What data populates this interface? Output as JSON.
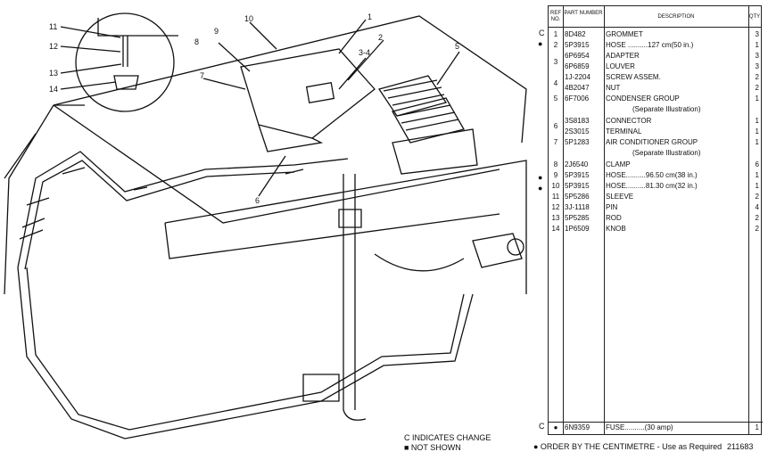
{
  "callouts": [
    "1",
    "2",
    "3-4",
    "5",
    "6",
    "7",
    "8",
    "9",
    "10",
    "11",
    "12",
    "13",
    "14"
  ],
  "table": {
    "headers": {
      "ref": "REF NO.",
      "part": "PART NUMBER",
      "desc": "DESCRIPTION",
      "qty": "QTY"
    },
    "rows": [
      {
        "mark": "C",
        "bullet": "",
        "ref": "1",
        "part": "8D482",
        "desc": "GROMMET",
        "qty": "3"
      },
      {
        "mark": "",
        "bullet": "●",
        "ref": "2",
        "part": "5P3915",
        "desc": "HOSE ..........127 cm(50 in.)",
        "qty": "1"
      },
      {
        "mark": "",
        "bullet": "",
        "ref": "",
        "part": "6P6954",
        "desc": "ADAPTER",
        "qty": "3"
      },
      {
        "mark": "",
        "bullet": "",
        "ref": "",
        "part": "6P6859",
        "desc": "LOUVER",
        "qty": "3"
      },
      {
        "mark": "",
        "bullet": "",
        "ref": "",
        "part": "1J-2204",
        "desc": "SCREW ASSEM.",
        "qty": "2"
      },
      {
        "mark": "",
        "bullet": "",
        "ref": "",
        "part": "4B2047",
        "desc": "NUT",
        "qty": "2"
      },
      {
        "mark": "",
        "bullet": "",
        "ref": "5",
        "part": "6F7006",
        "desc": "CONDENSER GROUP",
        "qty": "1"
      },
      {
        "mark": "",
        "bullet": "",
        "ref": "",
        "part": "3S8183",
        "desc": "CONNECTOR",
        "qty": "1"
      },
      {
        "mark": "",
        "bullet": "",
        "ref": "",
        "part": "2S3015",
        "desc": "TERMINAL",
        "qty": "1"
      },
      {
        "mark": "",
        "bullet": "",
        "ref": "7",
        "part": "5P1283",
        "desc": "AIR CONDITIONER GROUP",
        "qty": "1"
      },
      {
        "mark": "",
        "bullet": "",
        "ref": "8",
        "part": "2J6540",
        "desc": "CLAMP",
        "qty": "6"
      },
      {
        "mark": "",
        "bullet": "●",
        "ref": "9",
        "part": "5P3915",
        "desc": "HOSE..........96.50 cm(38 in.)",
        "qty": "1"
      },
      {
        "mark": "",
        "bullet": "●",
        "ref": "10",
        "part": "5P3915",
        "desc": "HOSE..........81.30 cm(32 in.)",
        "qty": "1"
      },
      {
        "mark": "",
        "bullet": "",
        "ref": "11",
        "part": "5P5286",
        "desc": "SLEEVE",
        "qty": "2"
      },
      {
        "mark": "",
        "bullet": "",
        "ref": "12",
        "part": "3J-1118",
        "desc": "PIN",
        "qty": "4"
      },
      {
        "mark": "",
        "bullet": "",
        "ref": "13",
        "part": "5P5285",
        "desc": "ROD",
        "qty": "2"
      },
      {
        "mark": "",
        "bullet": "",
        "ref": "14",
        "part": "1P6509",
        "desc": "KNOB",
        "qty": "2"
      }
    ],
    "group_refs": {
      "g34": "3",
      "g34b": "4",
      "g6": "6"
    },
    "notes": {
      "condenser": "(Separate Illustration)",
      "aircon": "(Separate Illustration)"
    },
    "fuse": {
      "mark": "C",
      "bullet": "●",
      "part": "6N9359",
      "desc": "FUSE..........(30 amp)",
      "qty": "1"
    }
  },
  "legend": {
    "change": "C INDICATES CHANGE",
    "not_shown": "■ NOT SHOWN"
  },
  "footer": {
    "order": "● ORDER BY THE CENTIMETRE - Use as Required",
    "code": "211683"
  }
}
